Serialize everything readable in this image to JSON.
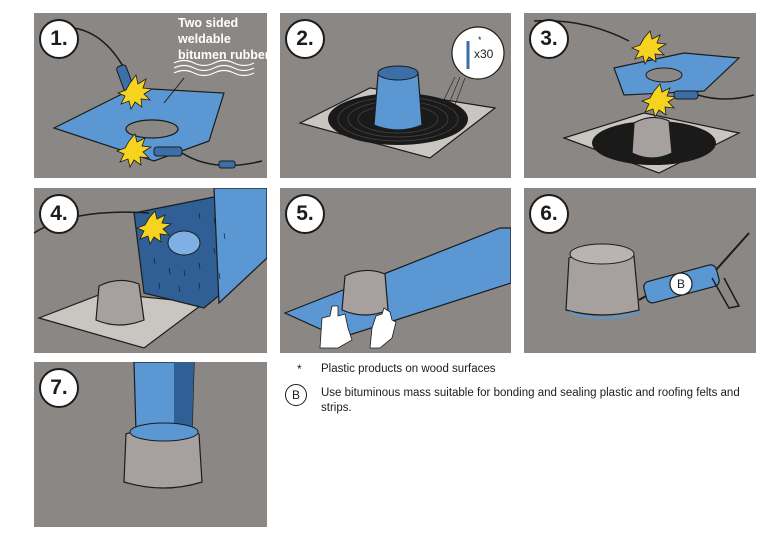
{
  "colors": {
    "panel_bg": "#8a8784",
    "membrane": "#5b97d3",
    "membrane_dark": "#2f5f95",
    "flame": "#f6d31f",
    "cone": "#a6a19e",
    "bitumen": "#1a1a1a"
  },
  "steps": [
    {
      "number": "1.",
      "caption": [
        "Two sided",
        "weldable",
        "bitumen rubber"
      ]
    },
    {
      "number": "2.",
      "screw_label": "x30",
      "screw_mark": "*"
    },
    {
      "number": "3."
    },
    {
      "number": "4."
    },
    {
      "number": "5."
    },
    {
      "number": "6.",
      "gun_label": "B"
    },
    {
      "number": "7."
    }
  ],
  "notes": [
    {
      "marker": "*",
      "text": "Plastic products on wood surfaces"
    },
    {
      "marker": "B",
      "text": "Use bituminous mass suitable for bonding and sealing plastic and roofing felts and strips."
    }
  ]
}
